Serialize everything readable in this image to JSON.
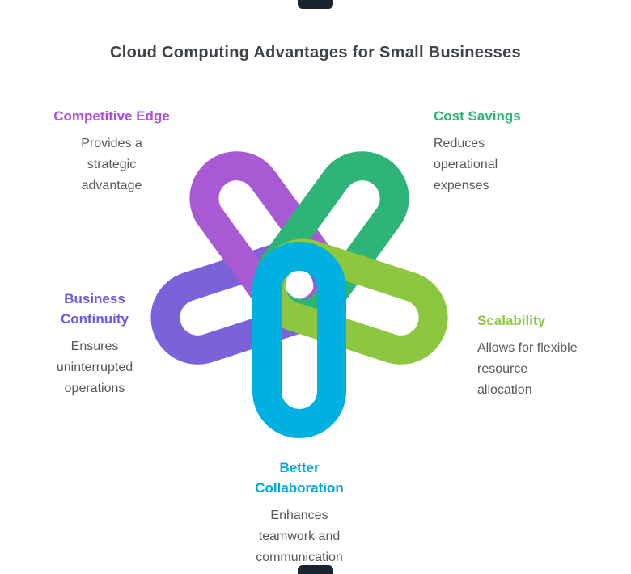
{
  "title": "Cloud Computing Advantages for Small Businesses",
  "items": [
    {
      "id": "competitive-edge",
      "label_lines": [
        "Competitive Edge"
      ],
      "desc_lines": [
        "Provides a",
        "strategic",
        "advantage"
      ],
      "color": "#b14be2"
    },
    {
      "id": "cost-savings",
      "label_lines": [
        "Cost Savings"
      ],
      "desc_lines": [
        "Reduces",
        "operational",
        "expenses"
      ],
      "color": "#2bb673"
    },
    {
      "id": "scalability",
      "label_lines": [
        "Scalability"
      ],
      "desc_lines": [
        "Allows for flexible",
        "resource",
        "allocation"
      ],
      "color": "#8dc63f"
    },
    {
      "id": "better-collaboration",
      "label_lines": [
        "Better",
        "Collaboration"
      ],
      "desc_lines": [
        "Enhances",
        "teamwork and",
        "communication"
      ],
      "color": "#00a9dd"
    },
    {
      "id": "business-continuity",
      "label_lines": [
        "Business",
        "Continuity"
      ],
      "desc_lines": [
        "Ensures",
        "uninterrupted",
        "operations"
      ],
      "color": "#6c5be4"
    }
  ],
  "knot": {
    "loop_colors": {
      "competitive_edge": "#a85ad4",
      "cost_savings": "#2eb476",
      "scalability": "#8dc63f",
      "better_collaboration": "#00b0e0",
      "business_continuity": "#7b62d9"
    }
  }
}
